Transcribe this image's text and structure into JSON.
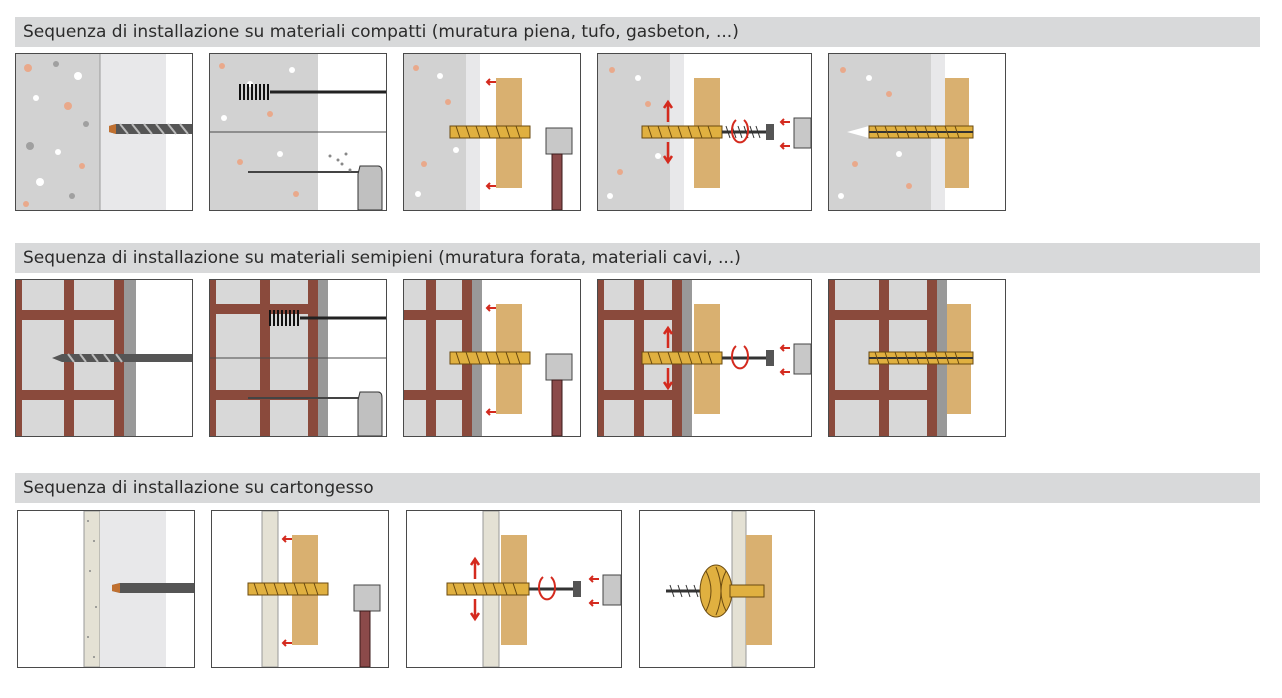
{
  "sections": [
    {
      "title": "Sequenza di installazione su materiali compatti (muratura piena, tufo, gasbeton, ...)",
      "material": "compact",
      "steps": [
        "drill",
        "clean",
        "insert-plug",
        "screw-in",
        "fixed"
      ]
    },
    {
      "title": "Sequenza di installazione su materiali semipieni (muratura forata, materiali cavi, ...)",
      "material": "hollow-brick",
      "steps": [
        "drill",
        "clean",
        "insert-plug",
        "screw-in",
        "fixed"
      ]
    },
    {
      "title": "Sequenza di installazione su cartongesso",
      "material": "plasterboard",
      "steps": [
        "drill",
        "insert-plug",
        "screw-in",
        "knotted"
      ]
    }
  ],
  "colors": {
    "header_bg": "#d8d9da",
    "concrete": "#d2d2d2",
    "brick": "#8a4a3c",
    "plug_yellow": "#e0b040",
    "wood": "#d9b070",
    "arrow_red": "#d42a1e",
    "hammer_handle": "#8b4a4a"
  }
}
